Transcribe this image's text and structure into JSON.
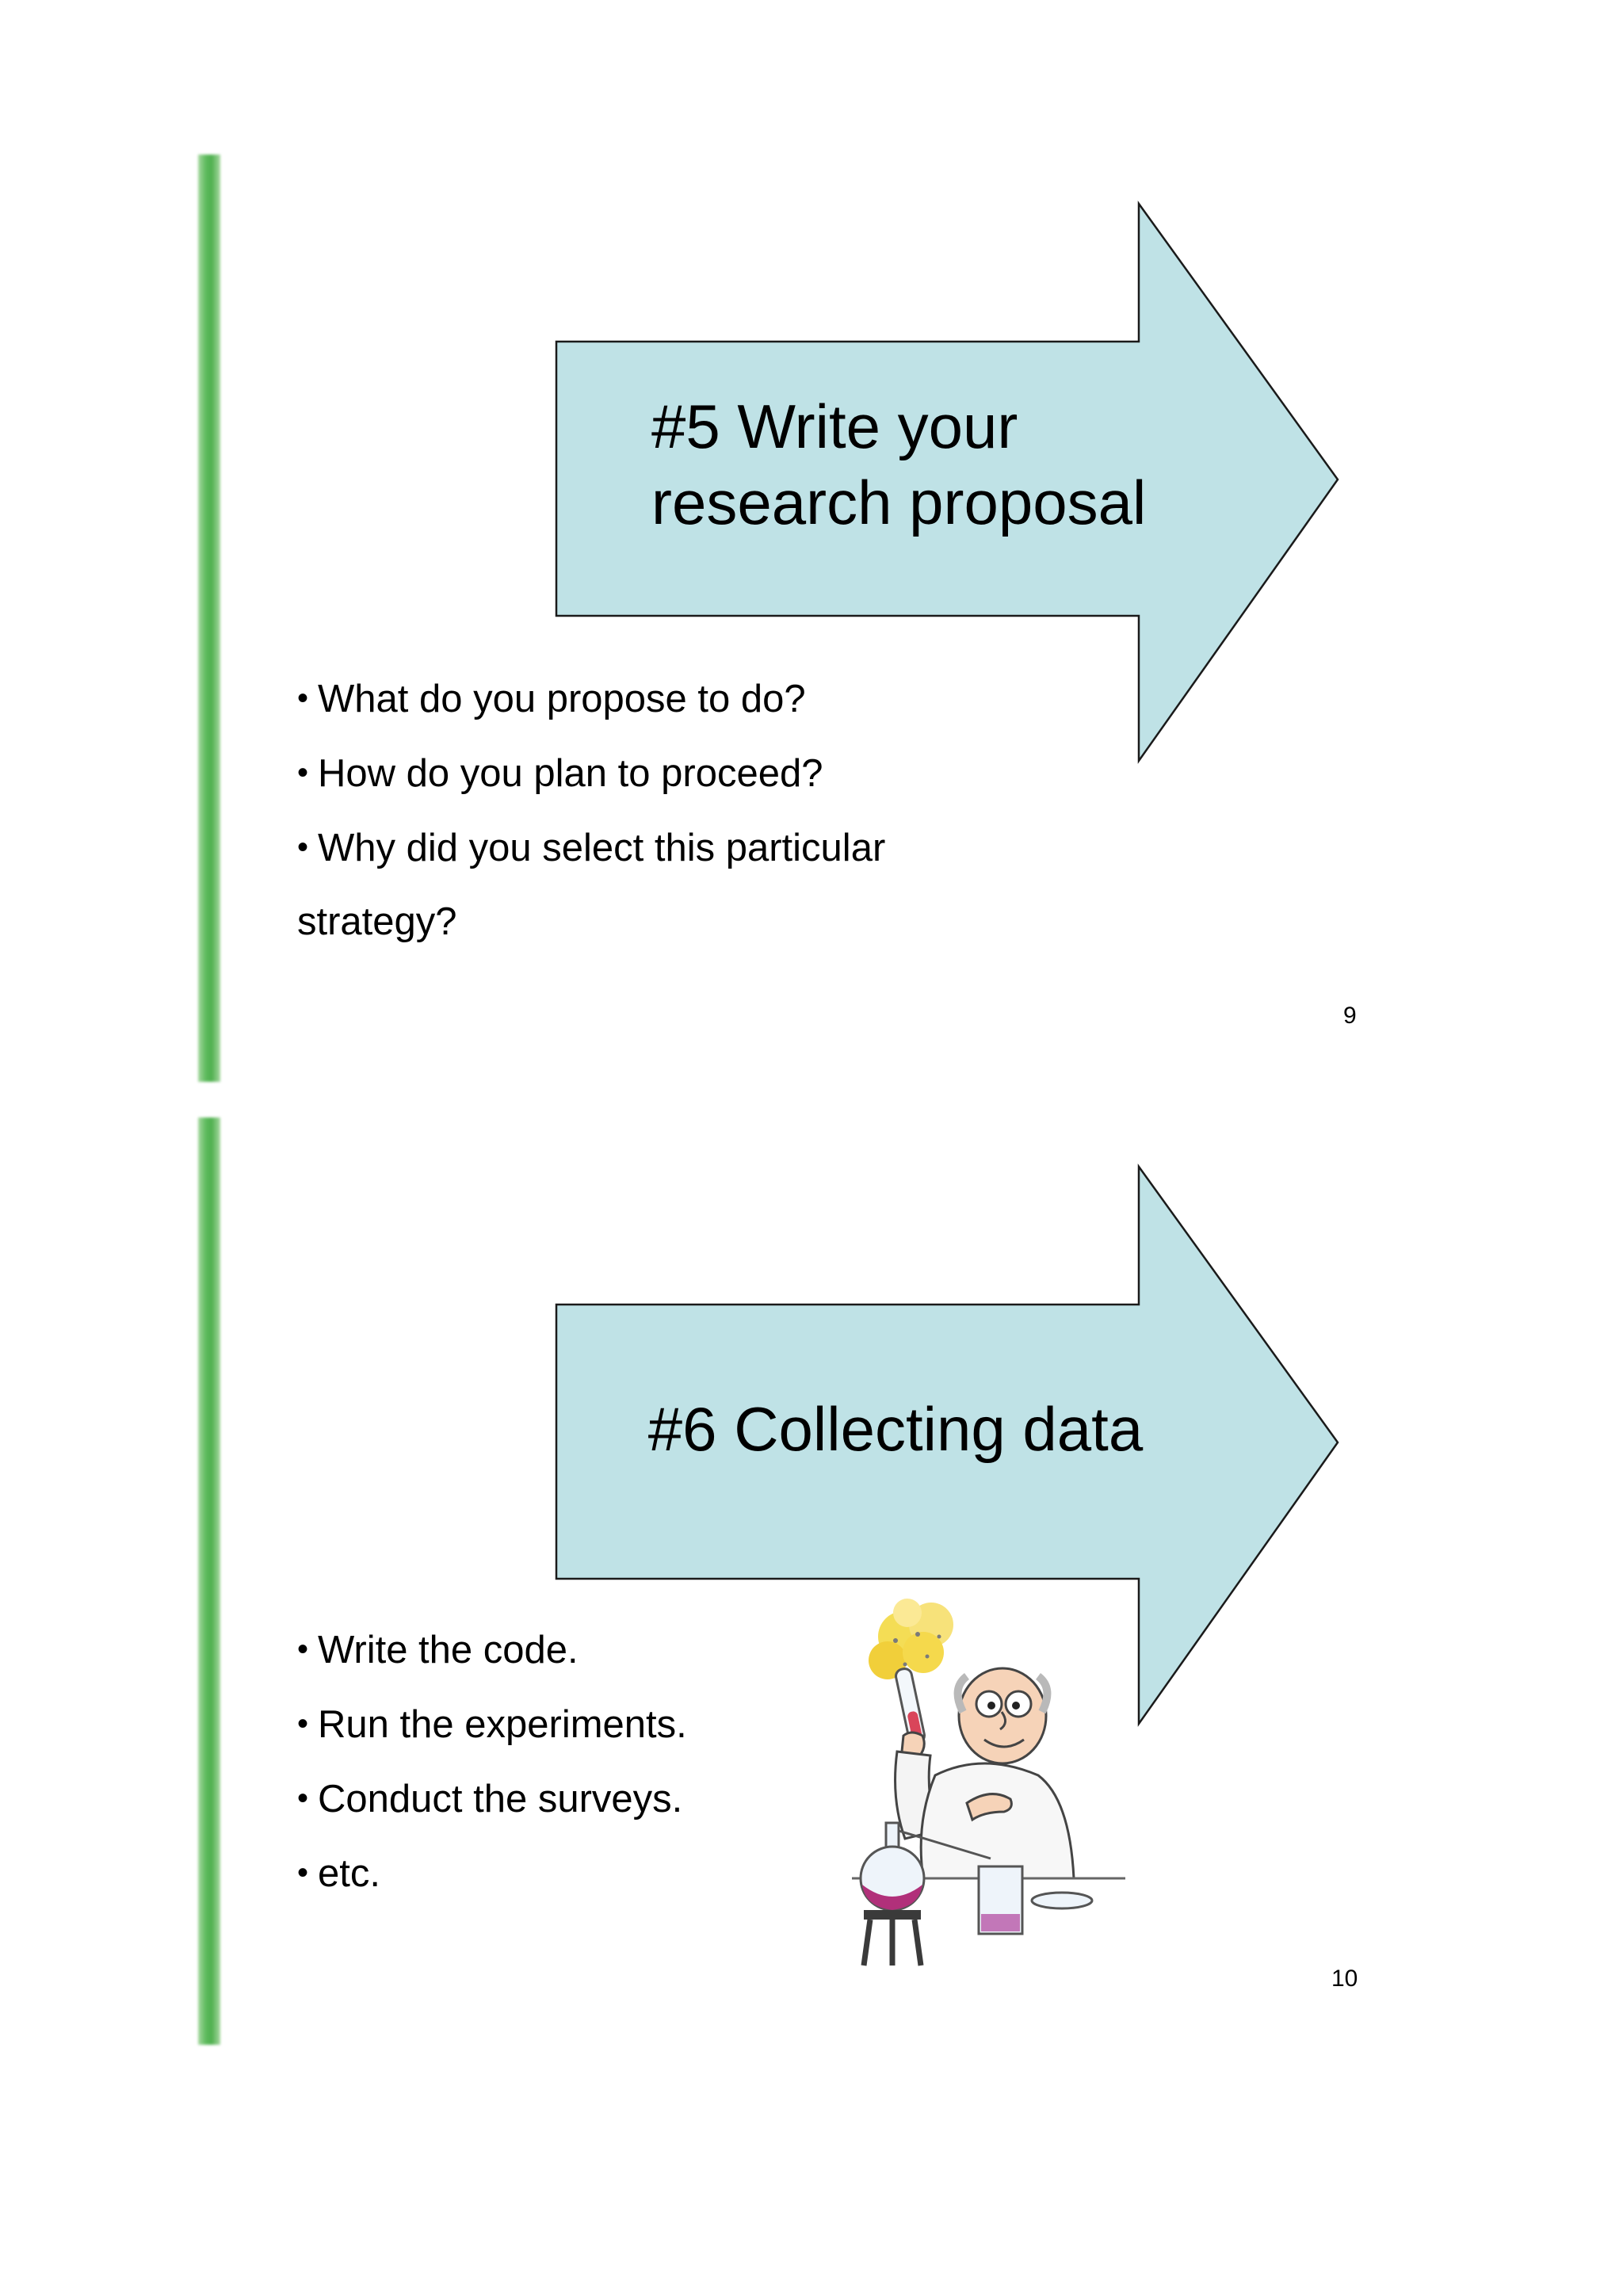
{
  "slides": [
    {
      "title_lines": [
        "#5 Write your",
        "research proposal"
      ],
      "bullets": [
        "What do you propose to do?",
        "How do you plan to proceed?",
        "Why did you select this particular"
      ],
      "bullet_continuation": "strategy?",
      "page_number": "9"
    },
    {
      "title": "#6 Collecting data",
      "bullets": [
        "Write the code.",
        "Run the experiments.",
        "Conduct the surveys.",
        "etc."
      ],
      "page_number": "10"
    }
  ],
  "bullet_glyph": "•",
  "colors": {
    "arrow_fill": "#bfe2e6",
    "arrow_stroke": "#1a1a1a",
    "accent_bar": "#5dbb5d"
  },
  "icons": {
    "illustration": "scientist-with-flasks-illustration"
  }
}
